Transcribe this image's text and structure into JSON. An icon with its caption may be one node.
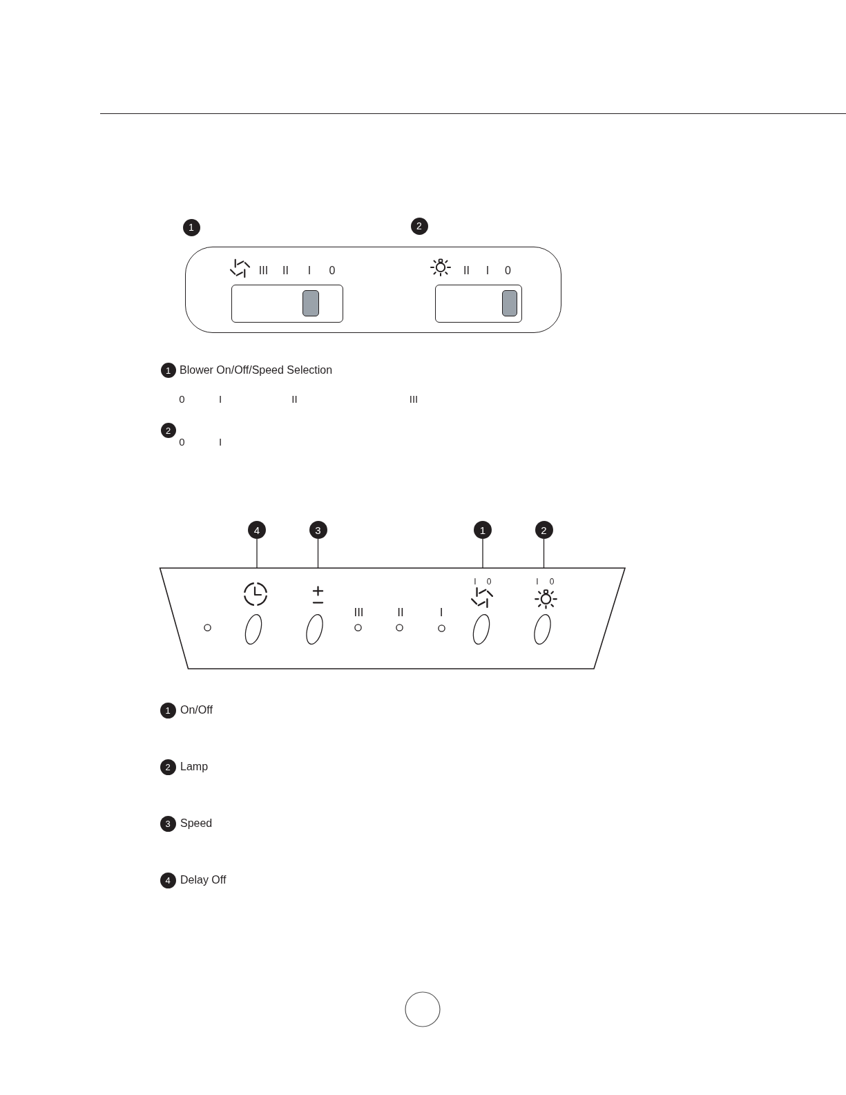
{
  "diagram": {
    "nodes": [
      {
        "text": [
          "1"
        ]
      },
      {
        "text": [
          "2"
        ]
      },
      {
        "text": [
          "1"
        ],
        "beside": [
          "Blower On/Off/Speed Selection"
        ]
      },
      {
        "text": [
          "2"
        ]
      },
      {
        "text": [
          "4"
        ]
      },
      {
        "text": [
          "3"
        ]
      },
      {
        "text": [
          "1"
        ]
      },
      {
        "text": [
          "2"
        ]
      },
      {
        "text": [],
        "shape": "ellipse"
      },
      {
        "text": [],
        "shape": "ellipse"
      },
      {
        "text": [],
        "shape": "ellipse",
        "beside": [
          "I",
          "0"
        ]
      },
      {
        "text": [],
        "shape": "ellipse",
        "beside": [
          "I",
          "0"
        ]
      },
      {
        "text": [
          "1"
        ],
        "beside": [
          "On/Off"
        ]
      },
      {
        "text": [
          "2"
        ],
        "beside": [
          "Lamp"
        ]
      },
      {
        "text": [
          "3"
        ],
        "beside": [
          "Speed"
        ]
      },
      {
        "text": [
          "4"
        ],
        "beside": [
          "Delay Off"
        ]
      }
    ],
    "edges": [
      {
        "from": 4,
        "to": 8,
        "arrow": "none"
      },
      {
        "from": 5,
        "to": 9,
        "arrow": "none"
      },
      {
        "from": 6,
        "to": 10,
        "arrow": "none"
      },
      {
        "from": 7,
        "to": 11,
        "arrow": "none"
      }
    ],
    "labels": [
      "III",
      "II",
      "I",
      "0",
      "II",
      "I",
      "0",
      "0",
      "I",
      "II",
      "III",
      "0",
      "I",
      "III",
      "II",
      "I"
    ]
  }
}
